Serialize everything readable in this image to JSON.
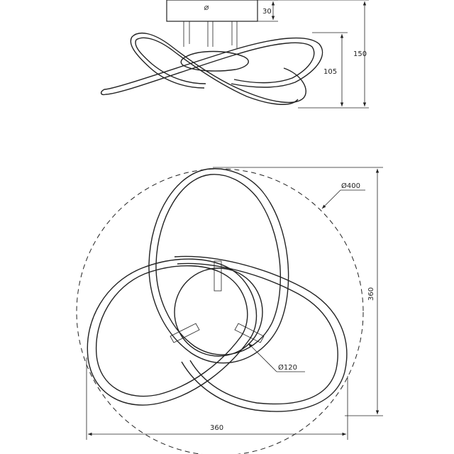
{
  "drawing": {
    "side_view": {
      "dim_canopy_height": "30",
      "dim_total_height": "150",
      "dim_ring_height": "105"
    },
    "top_view": {
      "dim_outer_diameter": "Ø400",
      "dim_height": "360",
      "dim_width": "360",
      "dim_base_diameter": "Ø120"
    }
  }
}
